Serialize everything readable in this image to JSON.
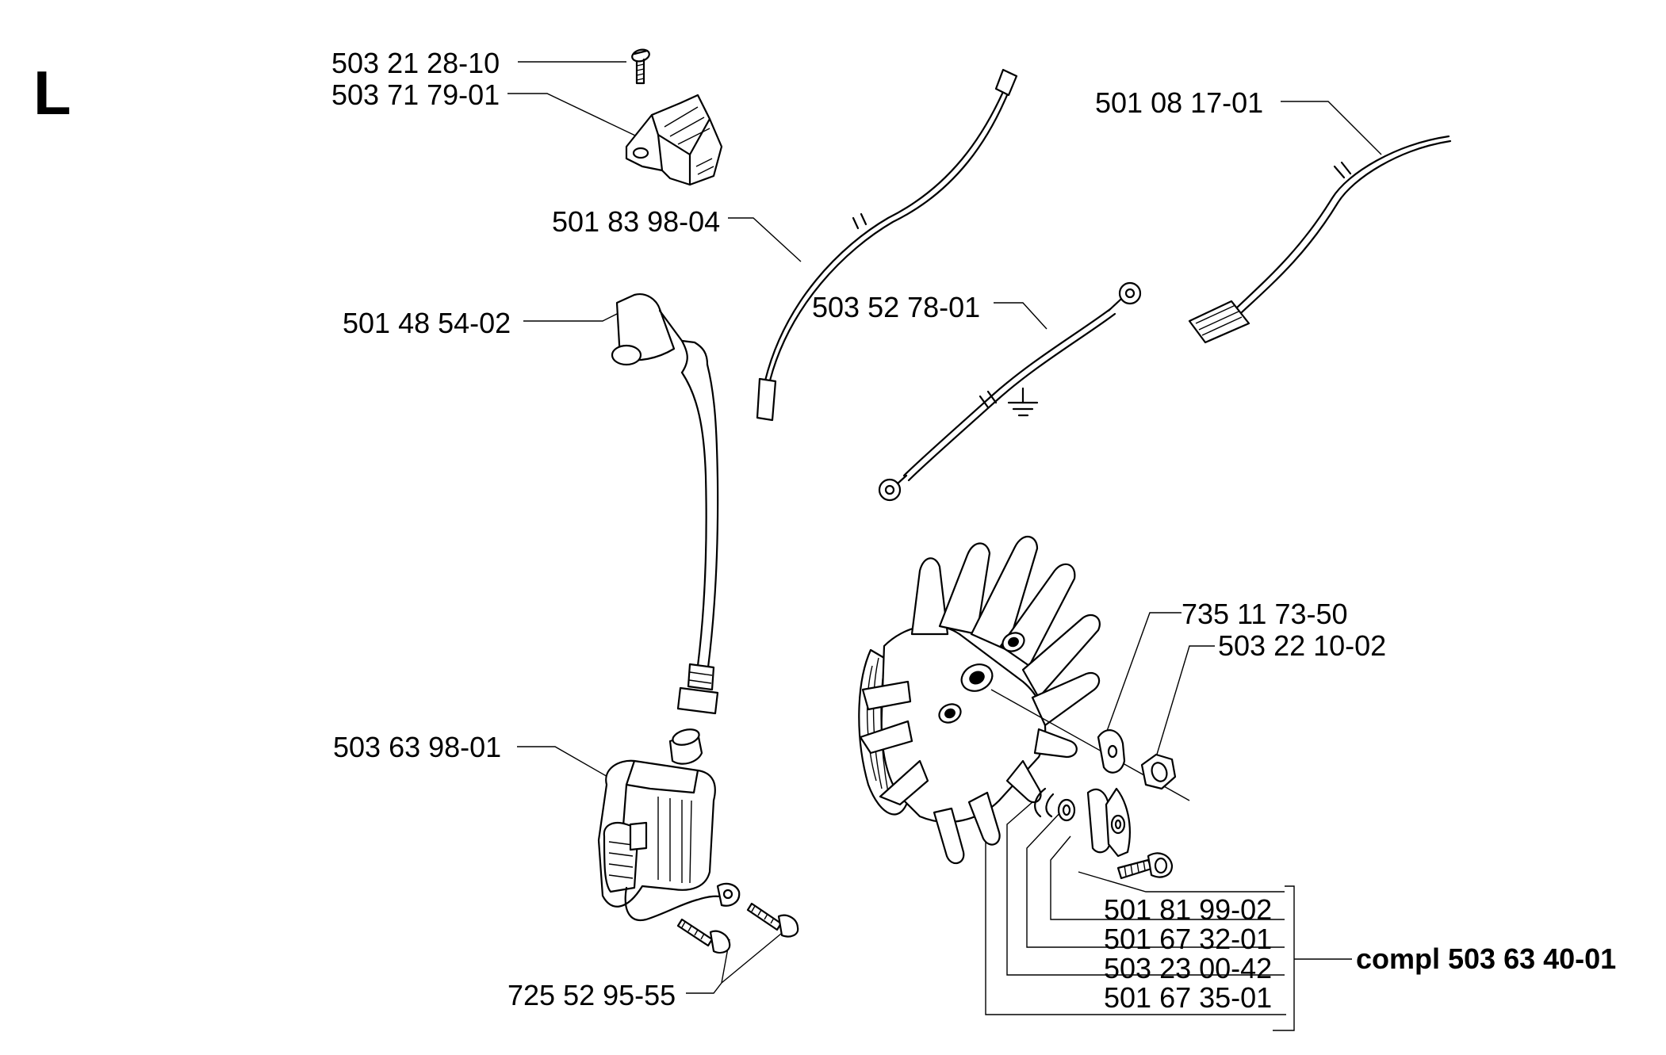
{
  "section_letter": "L",
  "parts": {
    "screw_top": "503 21 28-10",
    "switch": "503 71 79-01",
    "cable_short": "501 83 98-04",
    "cable_long": "501 08 17-01",
    "spark_cap": "501 48 54-02",
    "ground_cable": "503 52 78-01",
    "ignition_module": "503 63 98-01",
    "module_screws": "725 52 95-55",
    "washer": "735 11 73-50",
    "flywheel_nut": "503 22 10-02",
    "pawl_screw": "501 81 99-02",
    "spring": "501 67 32-01",
    "bushing": "503 23 00-42",
    "pawl": "501 67 35-01",
    "complete": "compl 503 63 40-01"
  },
  "icons": [
    "ground-symbol-icon"
  ]
}
